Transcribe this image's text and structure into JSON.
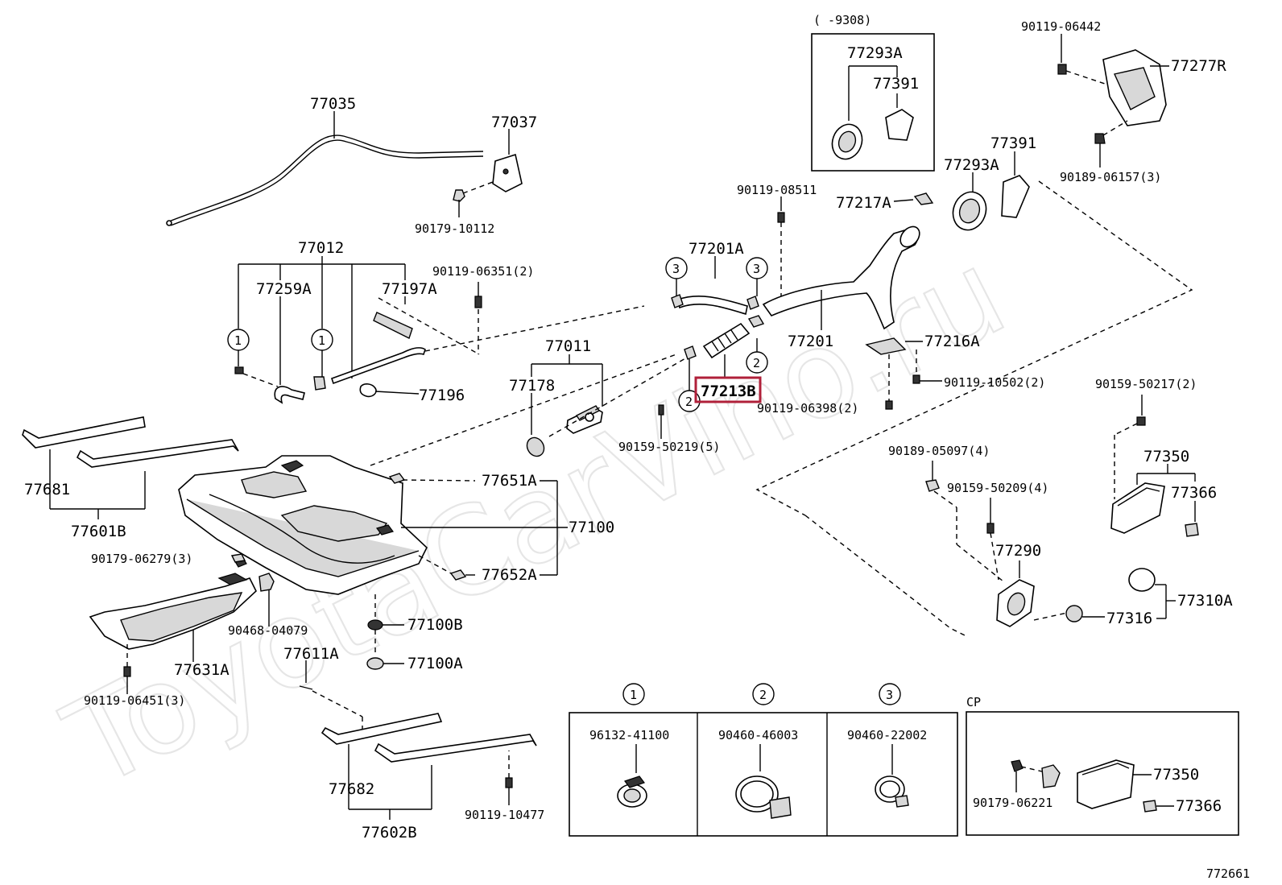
{
  "watermark": "ToyotaCarVino.ru",
  "highlight_color": "#b0203a",
  "circled_markers": [
    "1",
    "2",
    "3"
  ],
  "labels": {
    "p77035": "77035",
    "p77037": "77037",
    "p90179_10112": "90179-10112",
    "p77012": "77012",
    "p77259A": "77259A",
    "p77197A": "77197A",
    "p90119_06351": "90119-06351(2)",
    "p77196": "77196",
    "p77011": "77011",
    "p77178": "77178",
    "p90159_50219": "90159-50219(5)",
    "p77651A": "77651A",
    "p77100": "77100",
    "p77652A": "77652A",
    "p77681": "77681",
    "p77601B": "77601B",
    "p90179_06279": "90179-06279(3)",
    "p90468_04079": "90468-04079",
    "p77631A": "77631A",
    "p90119_06451": "90119-06451(3)",
    "p77100B": "77100B",
    "p77100A": "77100A",
    "p77611A": "77611A",
    "p77682": "77682",
    "p77602B": "77602B",
    "p90119_10477": "90119-10477",
    "p77201A": "77201A",
    "p77213B": "77213B",
    "p77201": "77201",
    "p90119_08511": "90119-08511",
    "p77217A": "77217A",
    "p77293A_box": "77293A",
    "p77391_box": "77391",
    "box_range": "(   -9308)",
    "p77293A": "77293A",
    "p77391": "77391",
    "p90119_06442": "90119-06442",
    "p77277R": "77277R",
    "p90189_06157": "90189-06157(3)",
    "p77216A": "77216A",
    "p90119_10502": "90119-10502(2)",
    "p90119_06398": "90119-06398(2)",
    "p90159_50217": "90159-50217(2)",
    "p90189_05097": "90189-05097(4)",
    "p90159_50209": "90159-50209(4)",
    "p77350": "77350",
    "p77366": "77366",
    "p77290": "77290",
    "p77310A": "77310A",
    "p77316": "77316",
    "clip1_num": "96132-41100",
    "clip2_num": "90460-46003",
    "clip3_num": "90460-22002",
    "cp_title": "CP",
    "cp_90179_06221": "90179-06221",
    "cp_77350": "77350",
    "cp_77366": "77366",
    "figure_id": "772661"
  }
}
